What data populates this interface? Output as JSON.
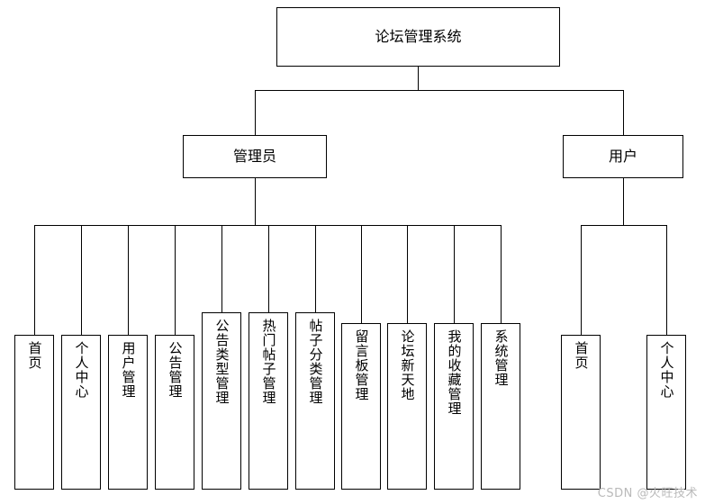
{
  "diagram": {
    "type": "org-chart",
    "title": "论坛管理系统",
    "root": {
      "label": "论坛管理系统"
    },
    "level2": [
      {
        "label": "管理员"
      },
      {
        "label": "用户"
      }
    ],
    "admin_children": [
      {
        "label": "首页"
      },
      {
        "label": "个人中心"
      },
      {
        "label": "用户管理"
      },
      {
        "label": "公告管理"
      },
      {
        "label": "公告类型管理"
      },
      {
        "label": "热门帖子管理"
      },
      {
        "label": "帖子分类管理"
      },
      {
        "label": "留言板管理"
      },
      {
        "label": "论坛新天地"
      },
      {
        "label": "我的收藏管理"
      },
      {
        "label": "系统管理"
      }
    ],
    "user_children": [
      {
        "label": "首页"
      },
      {
        "label": "个人中心"
      }
    ]
  },
  "watermark": {
    "text": "CSDN @火旺技术"
  },
  "colors": {
    "stroke": "#000000",
    "background": "#ffffff",
    "text": "#000000",
    "watermark": "#b9b9b9"
  }
}
